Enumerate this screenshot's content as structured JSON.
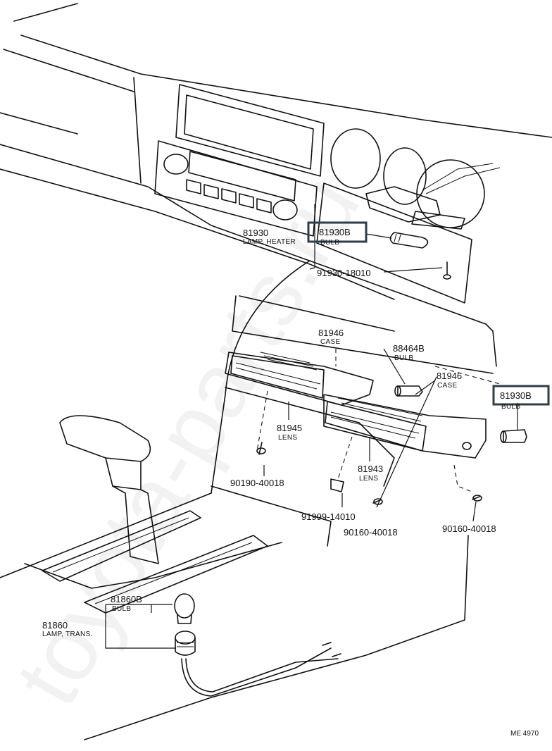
{
  "watermark": "toyota-parts.ru",
  "callouts": [
    {
      "id": "p81930",
      "number": "81930",
      "desc": "LAMP, HEATER",
      "highlighted": false
    },
    {
      "id": "p81930B_a",
      "number": "81930B",
      "desc": "BULB",
      "highlighted": true
    },
    {
      "id": "p91930",
      "number": "91930-18010",
      "desc": "",
      "highlighted": false
    },
    {
      "id": "p81946_a",
      "number": "81946",
      "desc": "CASE",
      "highlighted": false
    },
    {
      "id": "p88464B",
      "number": "88464B",
      "desc": "BULB",
      "highlighted": false
    },
    {
      "id": "p81946_b",
      "number": "81946",
      "desc": "CASE",
      "highlighted": false
    },
    {
      "id": "p81930B_b",
      "number": "81930B",
      "desc": "BULB",
      "highlighted": true
    },
    {
      "id": "p81945",
      "number": "81945",
      "desc": "LENS",
      "highlighted": false
    },
    {
      "id": "p81943",
      "number": "81943",
      "desc": "LENS",
      "highlighted": false
    },
    {
      "id": "p90190",
      "number": "90190-40018",
      "desc": "",
      "highlighted": false
    },
    {
      "id": "p91999",
      "number": "91999-14010",
      "desc": "",
      "highlighted": false
    },
    {
      "id": "p90160_a",
      "number": "90160-40018",
      "desc": "",
      "highlighted": false
    },
    {
      "id": "p90160_b",
      "number": "90160-40018",
      "desc": "",
      "highlighted": false
    },
    {
      "id": "p81860B",
      "number": "81860B",
      "desc": "BULB",
      "highlighted": false
    },
    {
      "id": "p81860",
      "number": "81860",
      "desc": "LAMP, TRANS.",
      "highlighted": false
    }
  ],
  "diagram_ref": "ME 4970"
}
